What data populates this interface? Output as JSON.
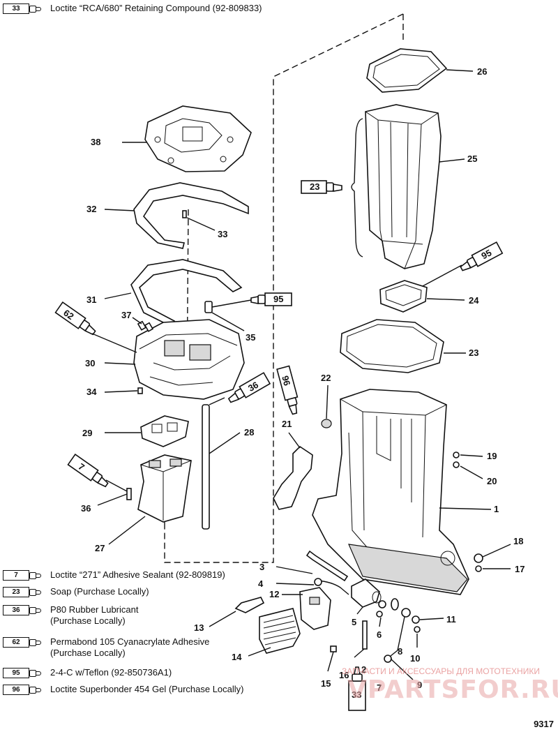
{
  "legend_top": {
    "tube_number": "33",
    "text": "Loctite “RCA/680” Retaining Compound (92-809833)"
  },
  "legend_bottom": [
    {
      "tube_number": "7",
      "text": "Loctite “271” Adhesive Sealant (92-809819)"
    },
    {
      "tube_number": "23",
      "text": "Soap (Purchase Locally)"
    },
    {
      "tube_number": "36",
      "text": "P80 Rubber Lubricant\n(Purchase Locally)"
    },
    {
      "tube_number": "62",
      "text": "Permabond 105 Cyanacrylate Adhesive\n(Purchase Locally)"
    },
    {
      "tube_number": "95",
      "text": "2-4-C w/Teflon (92-850736A1)"
    },
    {
      "tube_number": "96",
      "text": "Loctite Superbonder 454 Gel (Purchase Locally)"
    }
  ],
  "callouts": {
    "c1": "1",
    "c2": "2",
    "c3": "3",
    "c4": "4",
    "c5": "5",
    "c6": "6",
    "c7": "7",
    "c8": "8",
    "c9": "9",
    "c10": "10",
    "c11": "11",
    "c12": "12",
    "c13": "13",
    "c14": "14",
    "c15": "15",
    "c16": "16",
    "c17": "17",
    "c18": "18",
    "c19": "19",
    "c20": "20",
    "c21": "21",
    "c22": "22",
    "c23": "23",
    "c24": "24",
    "c25": "25",
    "c26": "26",
    "c27": "27",
    "c28": "28",
    "c29": "29",
    "c30": "30",
    "c31": "31",
    "c32": "32",
    "c33": "33",
    "c34": "34",
    "c35": "35",
    "c36": "36",
    "c37": "37",
    "c38": "38"
  },
  "tubes": {
    "t23": "23",
    "t95a": "95",
    "t95b": "95",
    "t62": "62",
    "t36": "36",
    "t96": "96",
    "t7": "7",
    "t33": "33"
  },
  "drawing_code": "9317",
  "watermark": {
    "caption": "ЗАПЧАСТИ И АКСЕССУАРЫ ДЛЯ МОТОТЕХНИКИ",
    "logo": "VPARTSFOR.RU"
  }
}
